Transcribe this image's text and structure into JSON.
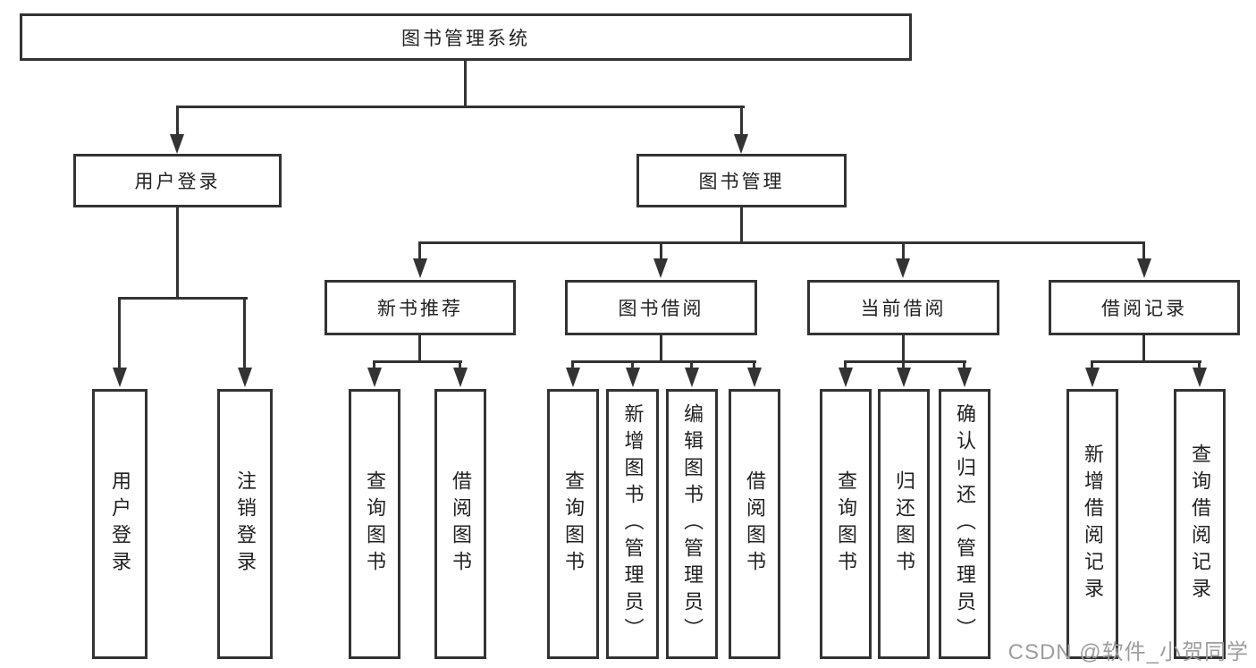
{
  "diagram_type": "hierarchy-tree",
  "colors": {
    "line": "#333333",
    "box_border": "#333333",
    "text": "#222222",
    "background": "#ffffff",
    "watermark": "#9e9e9e"
  },
  "watermark": "CSDN @软件_小贺同学",
  "tree": {
    "root": {
      "label": "图书管理系统"
    },
    "children": [
      {
        "label": "用户登录",
        "children": [
          {
            "label": "用户登录"
          },
          {
            "label": "注销登录"
          }
        ]
      },
      {
        "label": "图书管理",
        "children": [
          {
            "label": "新书推荐",
            "children": [
              {
                "label": "查询图书"
              },
              {
                "label": "借阅图书"
              }
            ]
          },
          {
            "label": "图书借阅",
            "children": [
              {
                "label": "查询图书"
              },
              {
                "label": "新增图书（管理员）"
              },
              {
                "label": "编辑图书（管理员）"
              },
              {
                "label": "借阅图书"
              }
            ]
          },
          {
            "label": "当前借阅",
            "children": [
              {
                "label": "查询图书"
              },
              {
                "label": "归还图书"
              },
              {
                "label": "确认归还（管理员）"
              }
            ]
          },
          {
            "label": "借阅记录",
            "children": [
              {
                "label": "新增借阅记录"
              },
              {
                "label": "查询借阅记录"
              }
            ]
          }
        ]
      }
    ]
  }
}
